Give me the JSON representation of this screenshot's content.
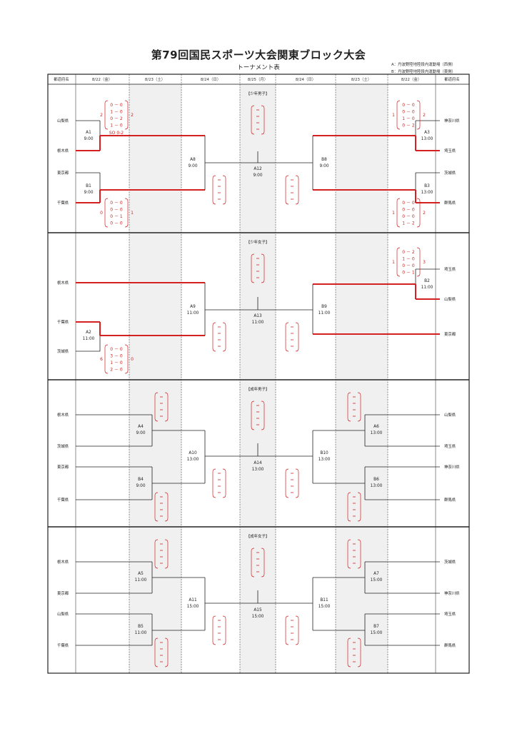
{
  "title": "第79回国民スポーツ大会関東ブロック大会",
  "subtitle": "トーナメント表",
  "legend": [
    "A：丹波野陸地陸段内運動場（西側）",
    "B：丹波野陸地陸段内運動場（東側）"
  ],
  "header": {
    "left_pref": "都道府名",
    "right_pref": "都道府名",
    "dates": [
      "8/22（金）",
      "8/23（土）",
      "8/24（日）",
      "8/25（月）",
      "8/24（日）",
      "8/23（土）",
      "8/22（金）"
    ]
  },
  "accent_color": "#d42020",
  "sections": [
    {
      "label": "【少年男子】",
      "teams_left": [
        "山梨県",
        "栃木県",
        "東京都",
        "千葉県"
      ],
      "teams_right": [
        "神奈川県",
        "埼玉県",
        "茨城県",
        "群馬県"
      ],
      "match_l1": {
        "id": "A1",
        "time": "9:00"
      },
      "match_l2": {
        "id": "B1",
        "time": "9:00"
      },
      "match_l_semi": {
        "id": "A8",
        "time": "9:00"
      },
      "match_final": {
        "id": "A12",
        "time": "9:00"
      },
      "match_r_semi": {
        "id": "B8",
        "time": "9:00"
      },
      "match_r1": {
        "id": "A3",
        "time": "13:00"
      },
      "match_r2": {
        "id": "B3",
        "time": "13:00"
      },
      "score_l1": {
        "left": "2",
        "lines": [
          "0 － 0",
          "1 － 0",
          "0 － 2",
          "1 － 0"
        ],
        "right": "2",
        "extra": "SO 0-2"
      },
      "score_l2": {
        "left": "0",
        "lines": [
          "0 － 0",
          "0 － 0",
          "0 － 1",
          "0 － 0"
        ],
        "right": "1"
      },
      "score_r1": {
        "left": "1",
        "lines": [
          "0 － 0",
          "0 － 0",
          "1 － 0",
          "0 － 2"
        ],
        "right": "2"
      },
      "score_r2": {
        "left": "1",
        "lines": [
          "0 － 0",
          "0 － 0",
          "0 － 0",
          "1 － 2"
        ],
        "right": "2"
      }
    },
    {
      "label": "【少年女子】",
      "teams_left": [
        "栃木県",
        "千葉県",
        "茨城県"
      ],
      "teams_right": [
        "埼玉県",
        "山梨県",
        "東京都"
      ],
      "match_l_semi": {
        "id": "A9",
        "time": "11:00"
      },
      "match_final": {
        "id": "A13",
        "time": "11:00"
      },
      "match_r_semi": {
        "id": "B9",
        "time": "11:00"
      },
      "match_l2": {
        "id": "A2",
        "time": "11:00"
      },
      "match_r1": {
        "id": "B2",
        "time": "11:00"
      },
      "score_l2": {
        "left": "6",
        "lines": [
          "0 － 0",
          "3 － 0",
          "1 － 0",
          "2 － 0"
        ],
        "right": "0"
      },
      "score_r1": {
        "left": "1",
        "lines": [
          "0 － 2",
          "1 － 0",
          "0 － 0",
          "0 － 1"
        ],
        "right": "3"
      }
    },
    {
      "label": "【成年男子】",
      "teams_left": [
        "栃木県",
        "茨城県",
        "東京都",
        "千葉県"
      ],
      "teams_right": [
        "山梨県",
        "埼玉県",
        "神奈川県",
        "群馬県"
      ],
      "match_l1": {
        "id": "A4",
        "time": "9:00"
      },
      "match_l2": {
        "id": "B4",
        "time": "9:00"
      },
      "match_l_semi": {
        "id": "A10",
        "time": "13:00"
      },
      "match_final": {
        "id": "A14",
        "time": "13:00"
      },
      "match_r_semi": {
        "id": "B10",
        "time": "13:00"
      },
      "match_r1": {
        "id": "A6",
        "time": "13:00"
      },
      "match_r2": {
        "id": "B6",
        "time": "13:00"
      }
    },
    {
      "label": "【成年女子】",
      "teams_left": [
        "栃木県",
        "東京都",
        "山梨県",
        "千葉県"
      ],
      "teams_right": [
        "茨城県",
        "神奈川県",
        "埼玉県",
        "群馬県"
      ],
      "match_l1": {
        "id": "A5",
        "time": "11:00"
      },
      "match_l2": {
        "id": "B5",
        "time": "11:00"
      },
      "match_l_semi": {
        "id": "A11",
        "time": "15:00"
      },
      "match_final": {
        "id": "A15",
        "time": "15:00"
      },
      "match_r_semi": {
        "id": "B11",
        "time": "15:00"
      },
      "match_r1": {
        "id": "A7",
        "time": "15:00"
      },
      "match_r2": {
        "id": "B7",
        "time": "15:00"
      }
    }
  ]
}
